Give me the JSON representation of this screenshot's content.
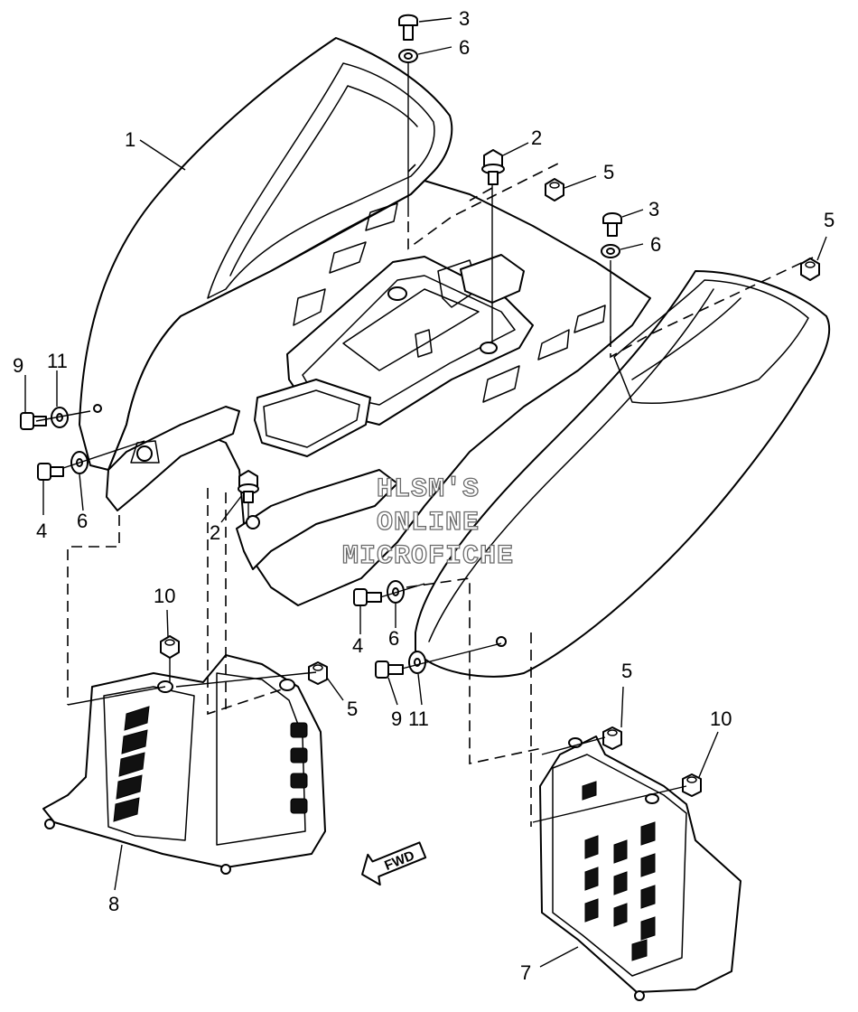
{
  "watermark": {
    "line1": "HLSM'S",
    "line2": "ONLINE",
    "line3": "MICROFICHE"
  },
  "direction_marker": {
    "label": "FWD"
  },
  "callouts": {
    "fender": "1",
    "bolt_top_center": "2",
    "bolt_lower_left": "2",
    "screw_top_left": "3",
    "screw_top_right": "3",
    "screw_left": "4",
    "screw_center": "4",
    "nut_top_center": "5",
    "nut_top_right": "5",
    "nut_left_flap": "5",
    "nut_right_flap": "5",
    "washer_top_left": "6",
    "washer_top_right": "6",
    "washer_left": "6",
    "washer_center": "6",
    "right_flap": "7",
    "left_flap": "8",
    "screw_far_left": "9",
    "screw_center_low": "9",
    "grommet_left": "10",
    "grommet_right": "10",
    "washer_far_left": "11",
    "washer_center_low": "11"
  }
}
